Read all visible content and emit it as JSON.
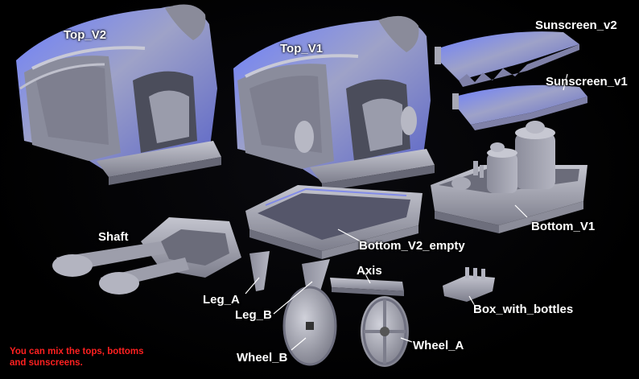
{
  "labels": {
    "top_v2": "Top_V2",
    "top_v1": "Top_V1",
    "sunscreen_v2": "Sunscreen_v2",
    "sunscreen_v1": "Sunscreen_v1",
    "shaft": "Shaft",
    "bottom_v1": "Bottom_V1",
    "bottom_v2_empty": "Bottom_V2_empty",
    "axis": "Axis",
    "leg_a": "Leg_A",
    "leg_b": "Leg_B",
    "box_with_bottles": "Box_with_bottles",
    "wheel_b": "Wheel_B",
    "wheel_a": "Wheel_A"
  },
  "note": {
    "line1": "You can mix the tops, bottoms",
    "line2": "and sunscreens."
  },
  "colors": {
    "background": "#000000",
    "model": "#a9aab6",
    "highlight": "#4a5cff",
    "label": "#ffffff",
    "note": "#ff2020",
    "leader": "#ffffff"
  }
}
